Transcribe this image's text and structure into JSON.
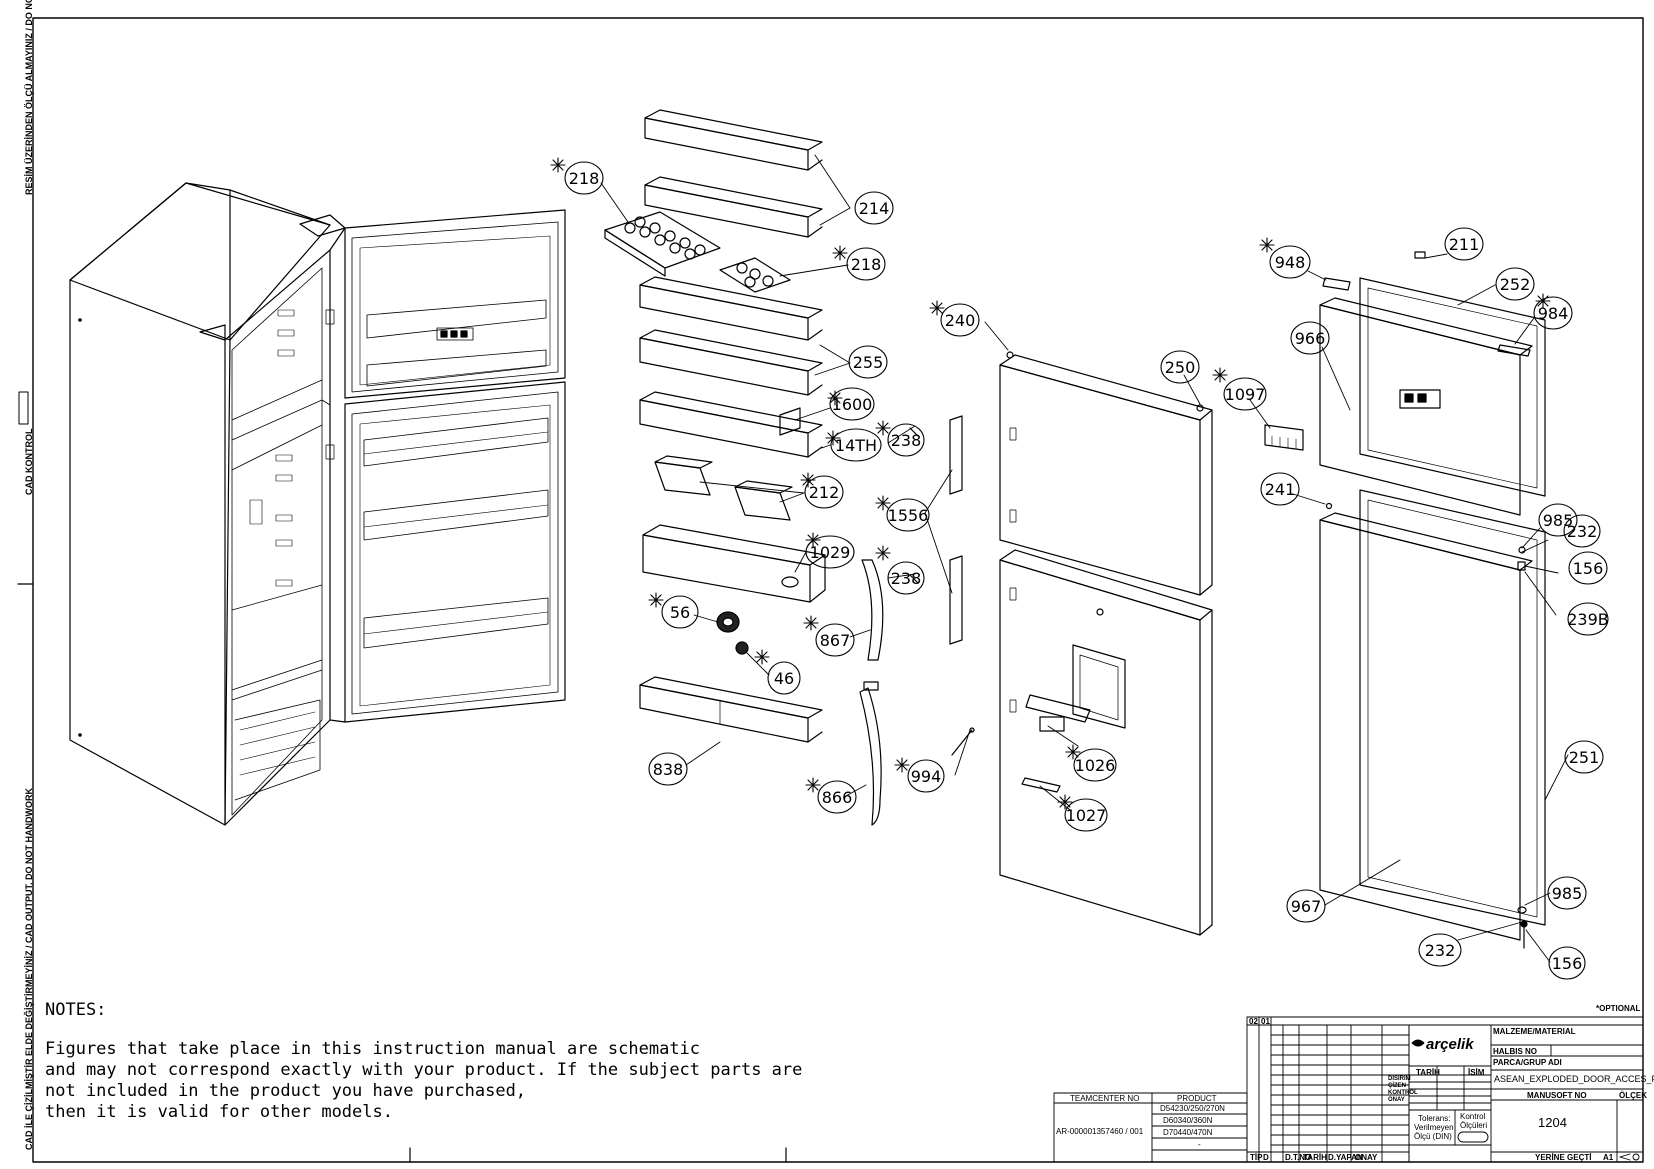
{
  "side_labels": {
    "top": "RESİM ÜZERİNDEN ÖLÇÜ ALMAYINIZ / DO NOT SCALE",
    "middle": "CAD KONTROL",
    "bottom": "CAD İLE ÇİZİLMİŞTİR ELDE DEĞİŞTİRMEYİNİZ / CAD OUTPUT, DO NOT HANDWORK"
  },
  "callouts": {
    "c218a": "218",
    "c214": "214",
    "c218b": "218",
    "c255": "255",
    "c1600": "1600",
    "c14th": "14TH",
    "c238a": "238",
    "c212": "212",
    "c1029": "1029",
    "c238b": "238",
    "c1556": "1556",
    "c56": "56",
    "c46": "46",
    "c867": "867",
    "c838": "838",
    "c866": "866",
    "c994": "994",
    "c240": "240",
    "c250": "250",
    "c1097": "1097",
    "c948": "948",
    "c211": "211",
    "c252": "252",
    "c984": "984",
    "c966": "966",
    "c241": "241",
    "c985a": "985",
    "c232a": "232",
    "c156a": "156",
    "c239b": "239B",
    "c1026": "1026",
    "c1027": "1027",
    "c251": "251",
    "c967": "967",
    "c985b": "985",
    "c232b": "232",
    "c156b": "156"
  },
  "notes": {
    "title": "NOTES:",
    "lines": [
      "Figures that take place in this instruction manual are schematic",
      "and may not correspond exactly with your product. If the subject parts are",
      "not included in the product you have purchased,",
      "then it is valid for other models."
    ]
  },
  "title_block": {
    "optional_mark": "*OPTIONAL",
    "rev_a": "02",
    "rev_b": "01",
    "brand": "arçelik",
    "material_label": "MALZEME/MATERIAL",
    "weight_label": "HALBIS NO",
    "part_name_label": "PARCA/GRUP ADI",
    "part_name": "ASEAN_EXPLODED_DOOR_ACCES_PK",
    "manusoft_label": "MANUSOFT NO",
    "manusoft_no": "1204",
    "scale_label": "ÖLÇEK",
    "date_label": "TARİH",
    "name_label": "İSİM",
    "row_labels": [
      "DİSİRİM",
      "ÇİZEN",
      "KONTROL",
      "ONAY"
    ],
    "tolerance": [
      "Tolerans:",
      "Verilmeyen",
      "Ölçü (DIN)"
    ],
    "control": [
      "Kontrol",
      "Ölçüleri"
    ],
    "replaces": "YERİNE GEÇTİ",
    "sheet_size": "A1",
    "footer_cols": [
      "TİP",
      "D",
      "",
      "D.T.NO",
      "TARİH",
      "D.YAPAN",
      "ONAY"
    ],
    "teamcenter_label": "TEAMCENTER NO",
    "product_label": "PRODUCT",
    "teamcenter_no": "AR-000001357460 / 001",
    "products": [
      "D54230/250/270N",
      "D60340/360N",
      "D70440/470N",
      "-"
    ]
  }
}
